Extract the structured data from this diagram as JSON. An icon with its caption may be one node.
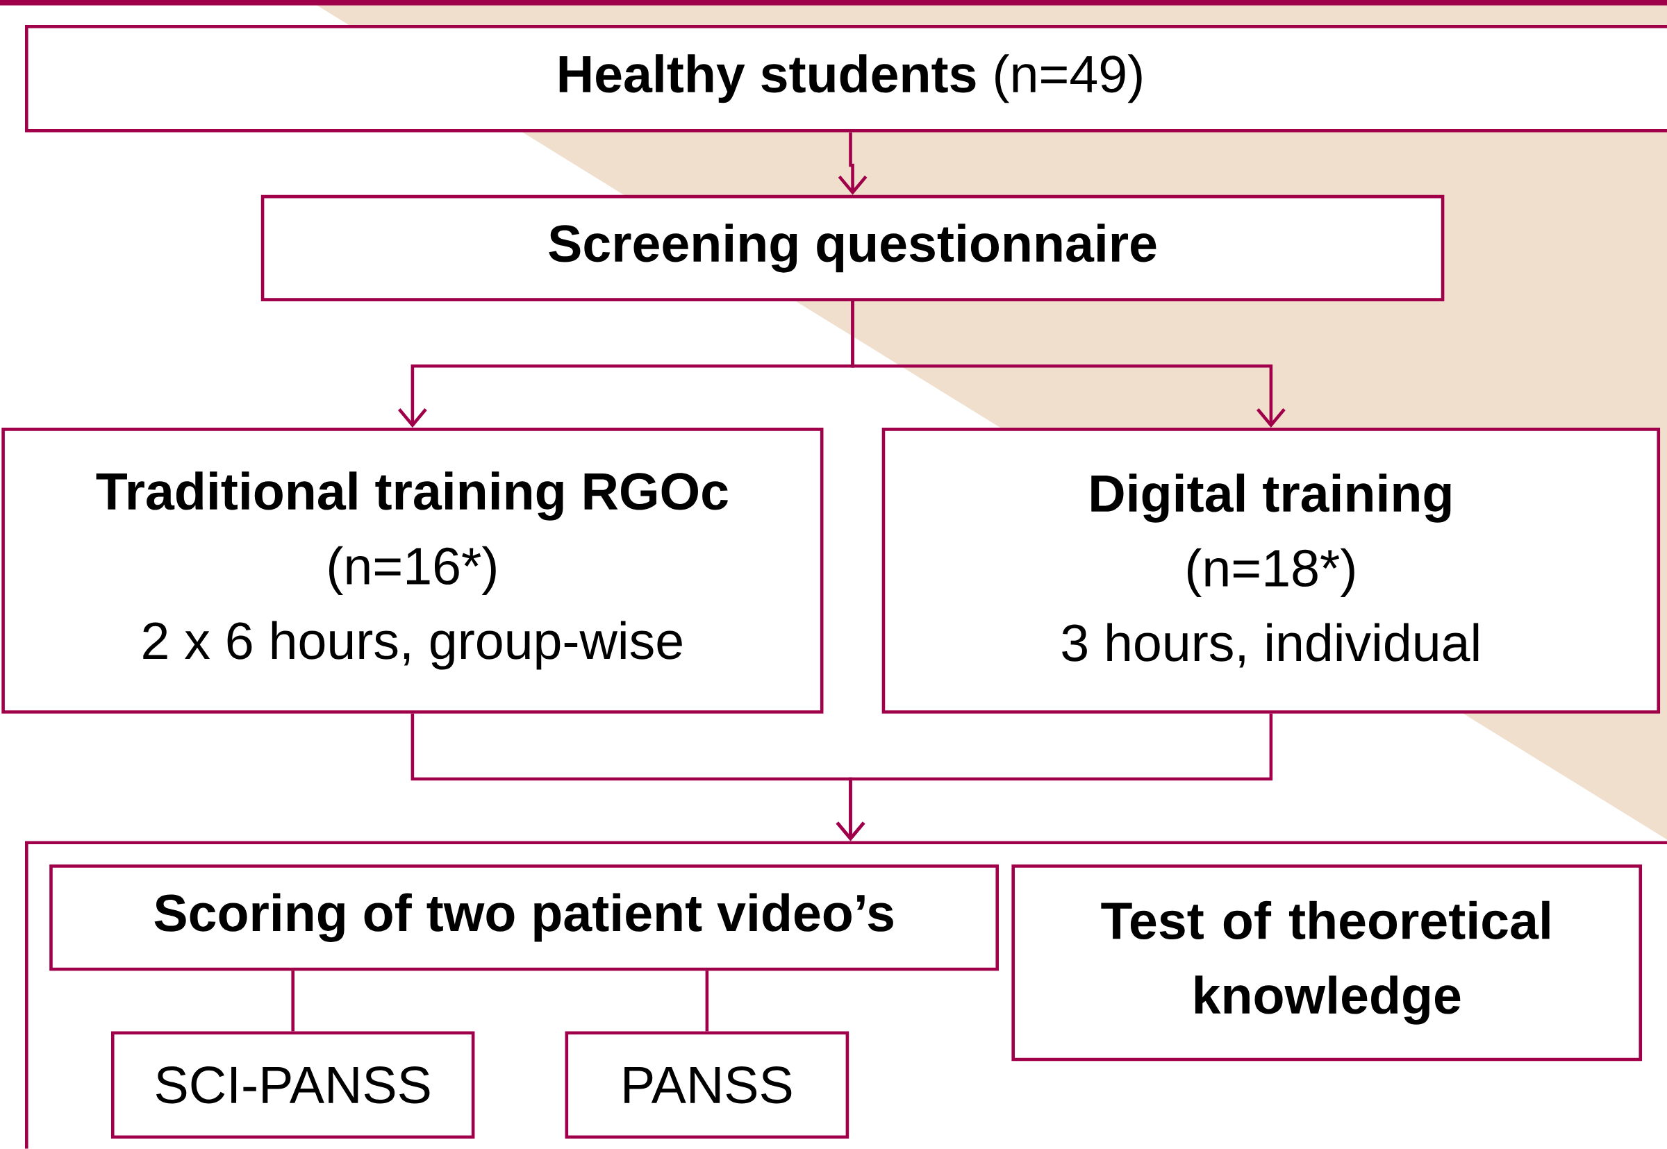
{
  "diagram": {
    "nodes": [
      {
        "text": [
          "**Healthy students** (n=49)"
        ]
      },
      {
        "text": [
          "Screening questionnaire"
        ]
      },
      {
        "text": [
          "Traditional training RGOc",
          "(n=16*)",
          "2 x 6 hours, group-wise"
        ]
      },
      {
        "text": [
          "Digital training",
          "(n=18*)",
          "3 hours, individual"
        ]
      },
      {
        "text": [],
        "shape": "box"
      },
      {
        "text": [
          "Scoring of two patient video’s"
        ],
        "in": 4
      },
      {
        "text": [
          "Test of theoretical knowledge"
        ],
        "in": 4
      },
      {
        "text": [
          "SCI-PANSS"
        ],
        "in": 4
      },
      {
        "text": [
          "PANSS"
        ],
        "in": 4
      }
    ],
    "edges": [
      {
        "from": 0,
        "to": 1,
        "arrow": "to"
      },
      {
        "from": 1,
        "to": 2,
        "arrow": "to"
      },
      {
        "from": 1,
        "to": 3,
        "arrow": "to"
      },
      {
        "from": 2,
        "to": 4,
        "arrow": "to"
      },
      {
        "from": 3,
        "to": 4,
        "arrow": "to"
      },
      {
        "from": 5,
        "to": 7,
        "arrow": "none"
      },
      {
        "from": 5,
        "to": 8,
        "arrow": "none"
      }
    ]
  }
}
